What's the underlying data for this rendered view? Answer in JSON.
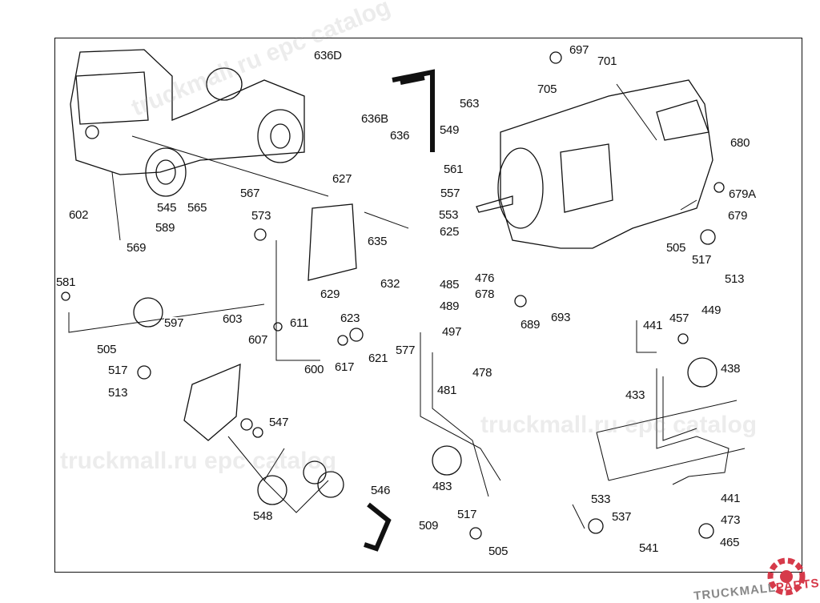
{
  "diagram": {
    "labels": [
      "636D",
      "697",
      "701",
      "563",
      "705",
      "636B",
      "636",
      "549",
      "680",
      "561",
      "627",
      "567",
      "545",
      "565",
      "557",
      "679A",
      "602",
      "573",
      "553",
      "679",
      "589",
      "635",
      "625",
      "569",
      "505",
      "517",
      "513",
      "476",
      "581",
      "632",
      "485",
      "678",
      "629",
      "489",
      "693",
      "449",
      "457",
      "597",
      "603",
      "611",
      "623",
      "689",
      "441",
      "607",
      "497",
      "505",
      "577",
      "621",
      "617",
      "600",
      "478",
      "438",
      "517",
      "513",
      "481",
      "433",
      "547",
      "483",
      "546",
      "533",
      "441",
      "517",
      "548",
      "509",
      "537",
      "473",
      "505",
      "541",
      "465"
    ]
  },
  "watermark": {
    "text": "truckmall.ru epc catalog"
  },
  "logo": {
    "text_a": "TRUCKMALL",
    "text_b": "PARTS",
    "accent": "#d63a4a"
  }
}
